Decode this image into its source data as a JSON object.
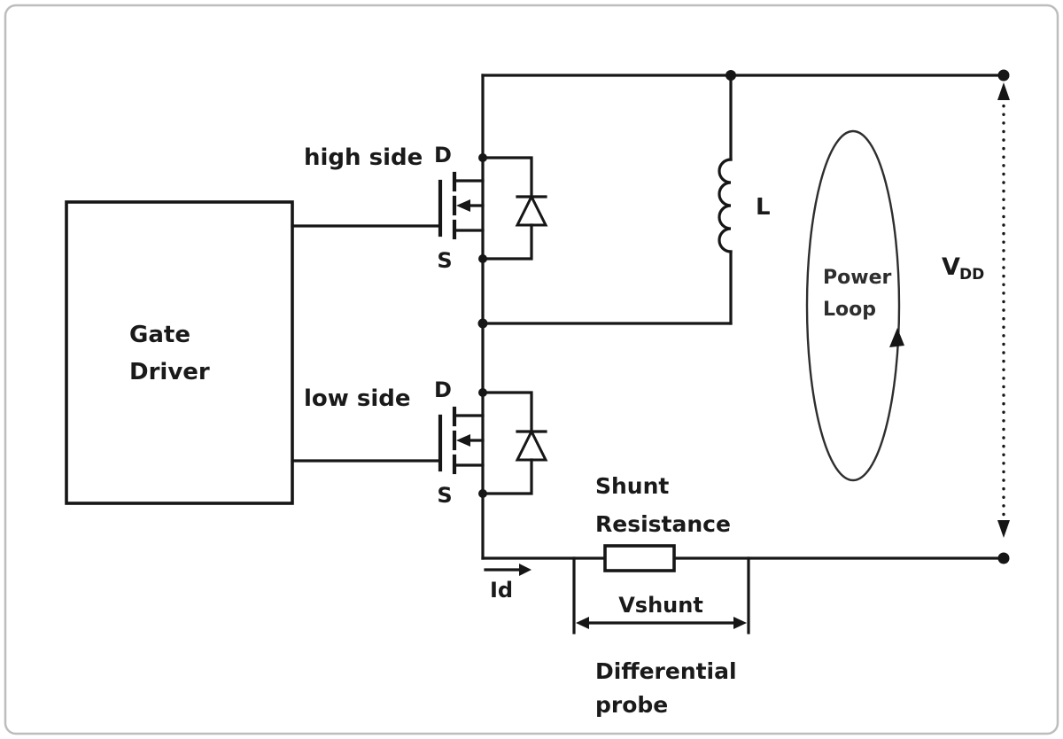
{
  "colors": {
    "line": "#161616",
    "background": "#ffffff",
    "frame_border": "#bdbdbd"
  },
  "gate_driver": {
    "line1": "Gate",
    "line2": "Driver"
  },
  "mosfets": {
    "high_side_label": "high side",
    "low_side_label": "low side",
    "high_drain": "D",
    "high_source": "S",
    "low_drain": "D",
    "low_source": "S"
  },
  "inductor": {
    "label": "L"
  },
  "power_loop": {
    "line1": "Power",
    "line2": "Loop"
  },
  "supply": {
    "v": "V",
    "sub": "DD"
  },
  "shunt": {
    "line1": "Shunt",
    "line2": "Resistance",
    "vshunt_label": "Vshunt",
    "current_label": "Id",
    "probe_line1": "Differential",
    "probe_line2": "probe"
  }
}
